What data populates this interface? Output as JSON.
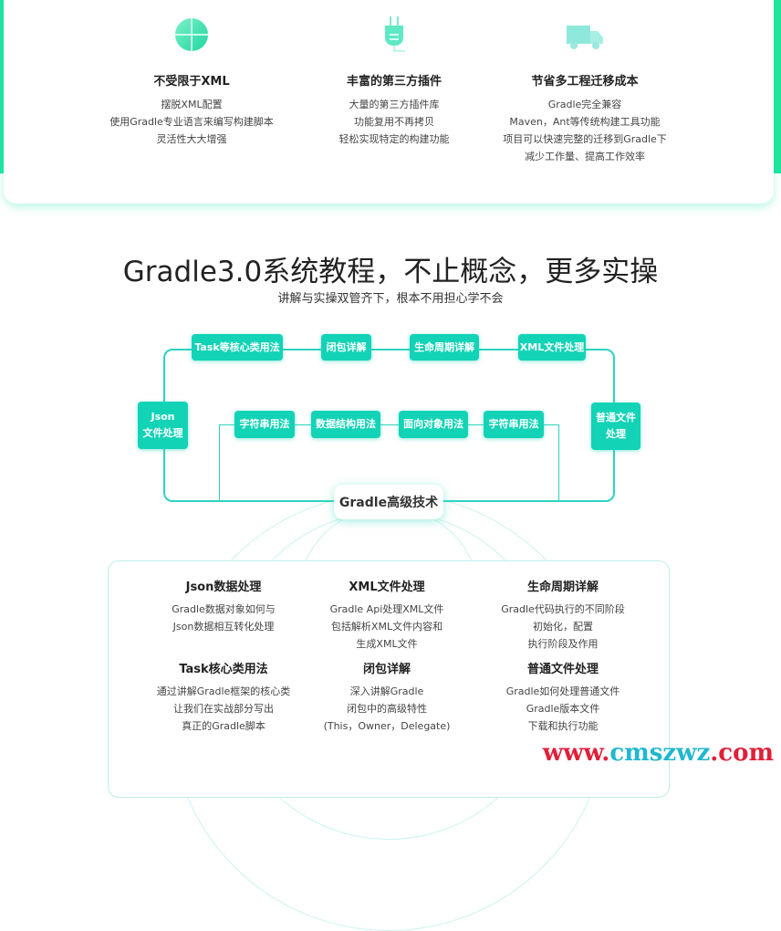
{
  "features": [
    {
      "icon": "globe-icon",
      "title": "不受限于XML",
      "lines": [
        "摆脱XML配置",
        "使用Gradle专业语言来编写构建脚本",
        "灵活性大大增强"
      ]
    },
    {
      "icon": "plug-icon",
      "title": "丰富的第三方插件",
      "lines": [
        "大量的第三方插件库",
        "功能复用不再拷贝",
        "轻松实现特定的构建功能"
      ]
    },
    {
      "icon": "truck-icon",
      "title": "节省多工程迁移成本",
      "lines": [
        "Gradle完全兼容",
        "Maven，Ant等传统构建工具功能",
        "项目可以快速完整的迁移到Gradle下",
        "减少工作量、提高工作效率"
      ]
    }
  ],
  "section": {
    "title": "Gradle3.0系统教程，不止概念，更多实操",
    "subtitle": "讲解与实操双管齐下，根本不用担心学不会"
  },
  "diagram": {
    "top": [
      "Task等核心类用法",
      "闭包详解",
      "生命周期详解",
      "XML文件处理"
    ],
    "left": [
      "Json",
      "文件处理"
    ],
    "right": [
      "普通文件",
      "处理"
    ],
    "inner": [
      "字符串用法",
      "数据结构用法",
      "面向对象用法",
      "字符串用法"
    ],
    "center": "Gradle高级技术"
  },
  "topics": [
    {
      "title": "Json数据处理",
      "lines": [
        "Gradle数据对象如何与",
        "Json数据相互转化处理"
      ]
    },
    {
      "title": "XML文件处理",
      "lines": [
        "Gradle Api处理XML文件",
        "包括解析XML文件内容和",
        "生成XML文件"
      ]
    },
    {
      "title": "生命周期详解",
      "lines": [
        "Gradle代码执行的不同阶段",
        "初始化，配置",
        "执行阶段及作用"
      ]
    },
    {
      "title": "Task核心类用法",
      "lines": [
        "通过讲解Gradle框架的核心类",
        "让我们在实战部分写出",
        "真正的Gradle脚本"
      ]
    },
    {
      "title": "闭包详解",
      "lines": [
        "深入讲解Gradle",
        "闭包中的高级特性",
        "(This，Owner，Delegate)"
      ]
    },
    {
      "title": "普通文件处理",
      "lines": [
        "Gradle如何处理普通文件",
        "Gradle版本文件",
        "下载和执行功能"
      ]
    }
  ],
  "watermark": {
    "a": "www.",
    "b": "cmszwz",
    ".c": ".com",
    "c": ".com"
  }
}
